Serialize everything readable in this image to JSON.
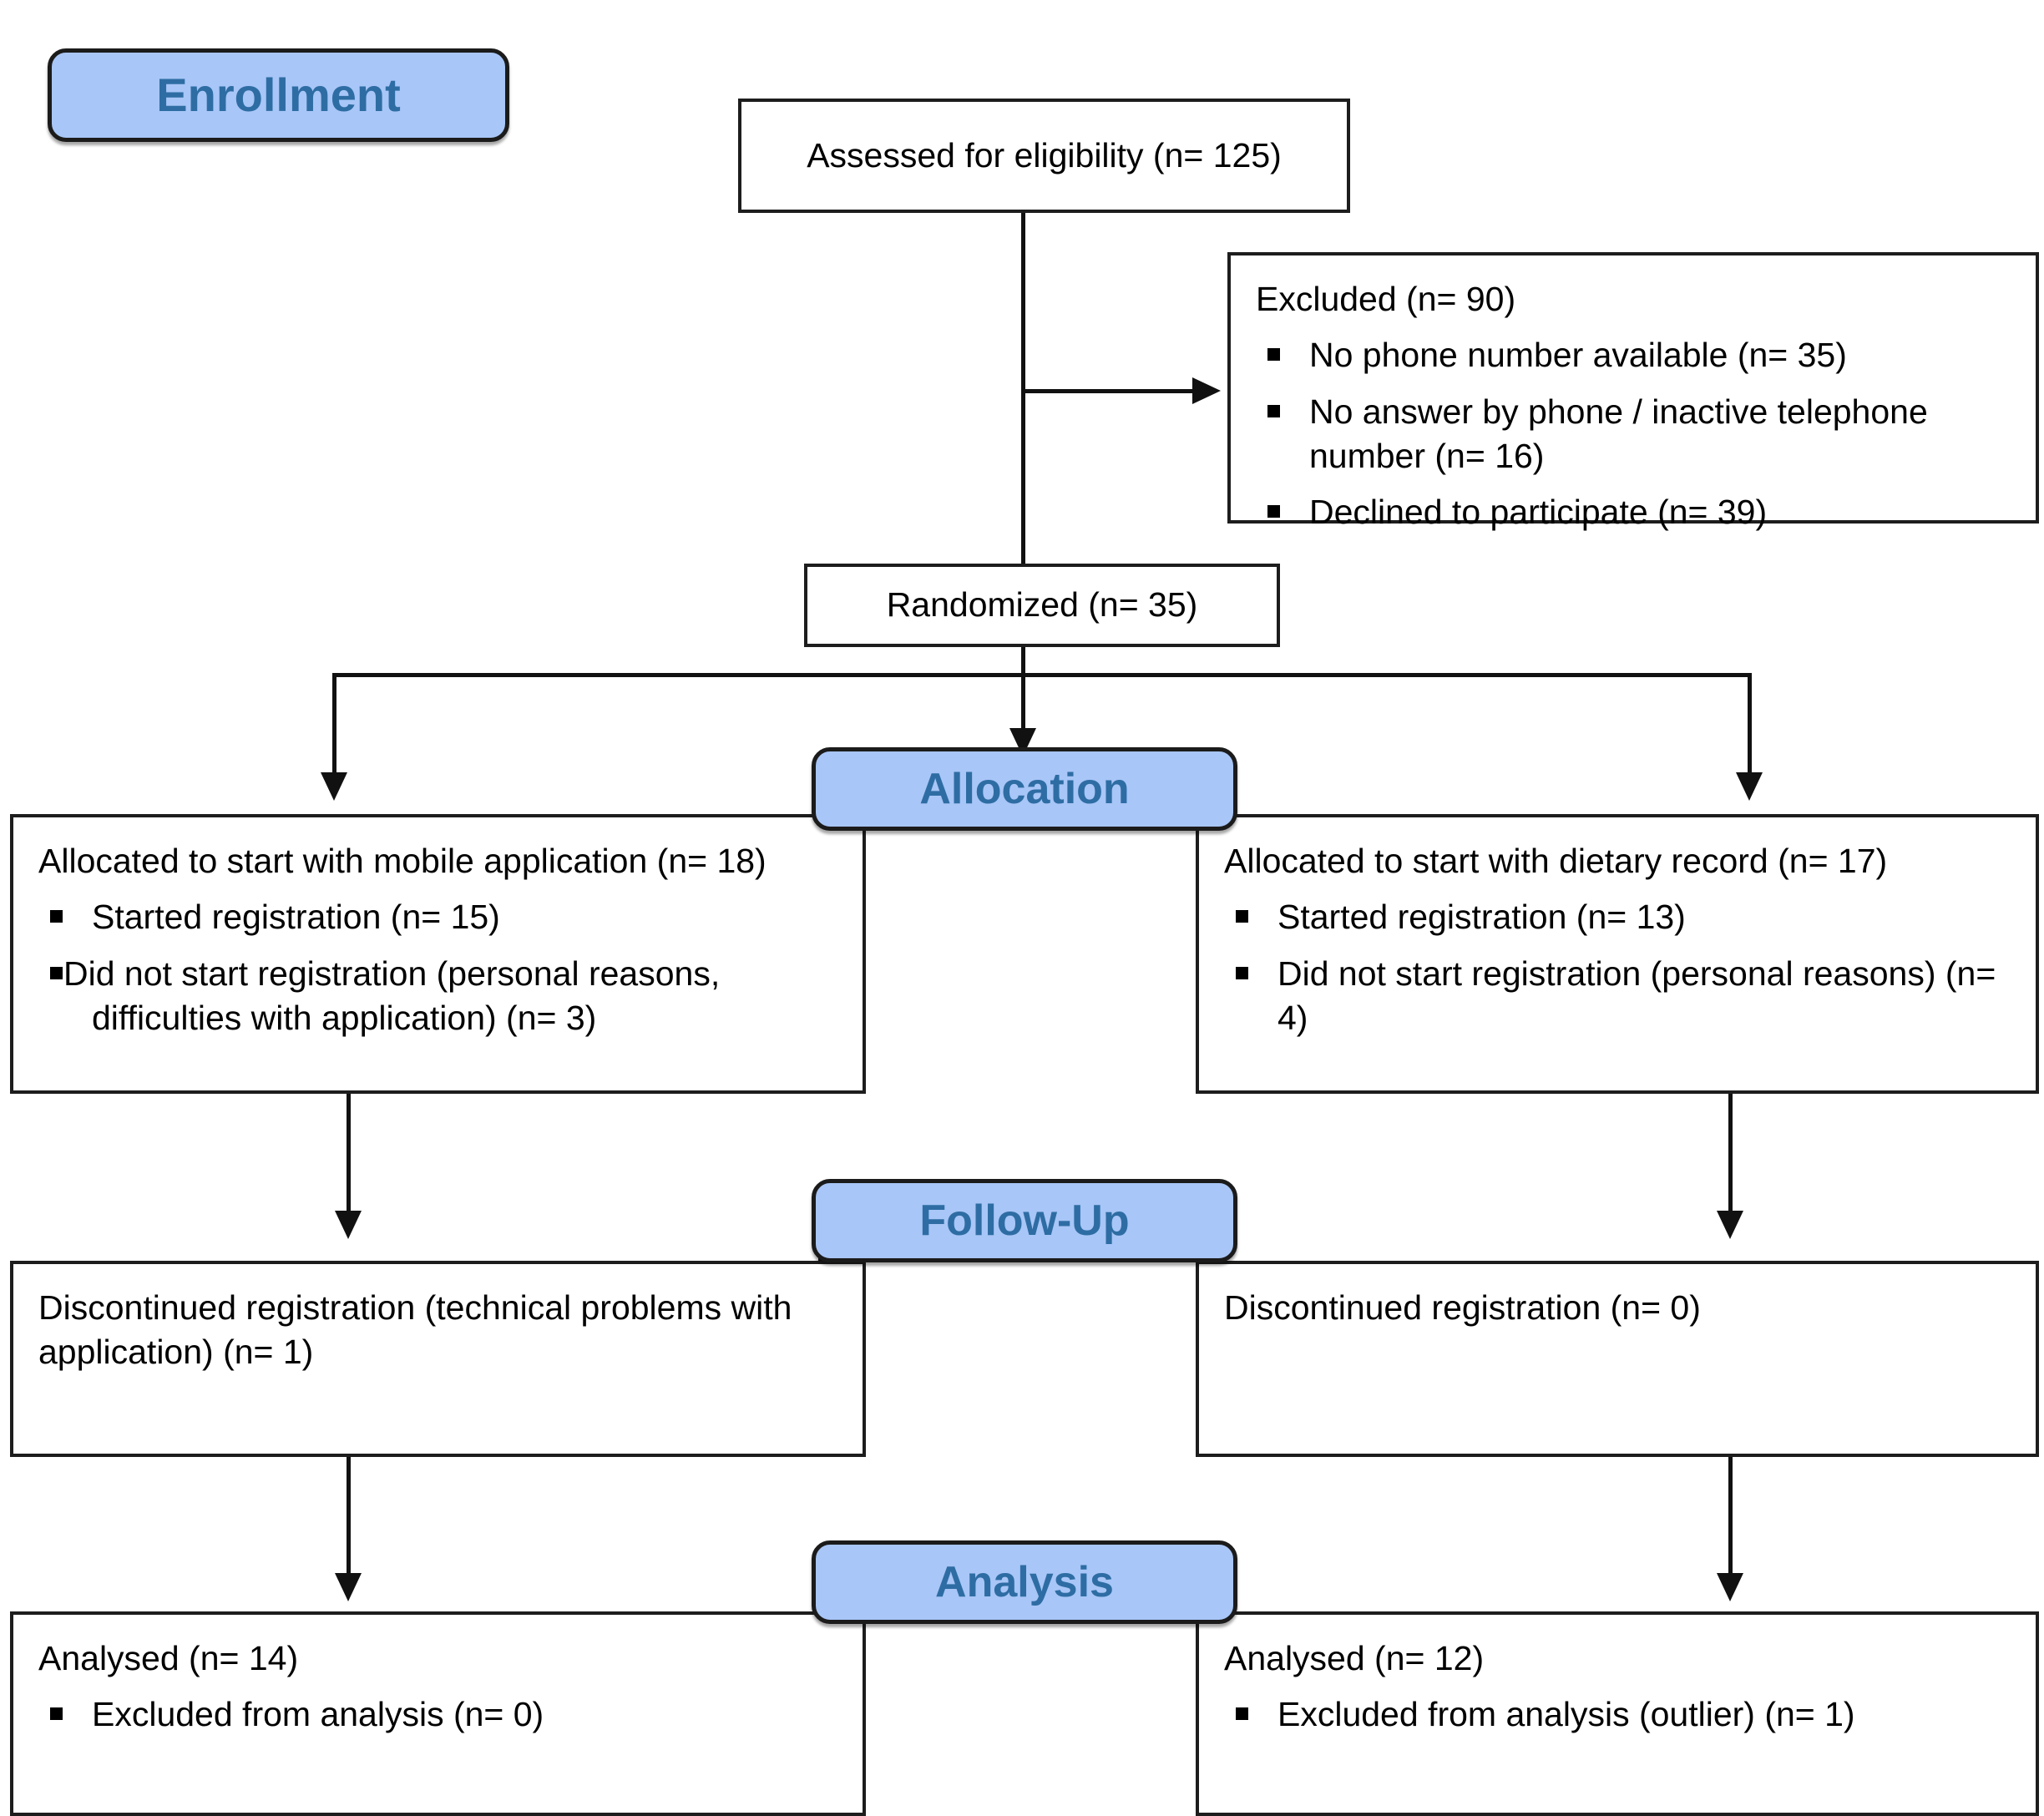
{
  "diagram": {
    "type": "consort-flow-diagram",
    "accent_color": "#a8c6f7",
    "banner_text_color": "#2e6da4",
    "line_color": "#111111"
  },
  "banners": {
    "enrollment": "Enrollment",
    "allocation": "Allocation",
    "follow_up": "Follow-Up",
    "analysis": "Analysis"
  },
  "nodes": {
    "assessed": {
      "label": "Assessed for eligibility (n= 125)"
    },
    "excluded": {
      "head": "Excluded (n= 90)",
      "items": [
        "No phone number available (n= 35)",
        "No answer by phone / inactive telephone number (n= 16)",
        "Declined to participate (n= 39)"
      ]
    },
    "randomized": {
      "label": "Randomized (n= 35)"
    },
    "alloc_left": {
      "head": "Allocated to start with mobile application (n= 18)",
      "items": [
        "Started registration (n= 15)",
        "Did not start registration (personal reasons, difficulties with application) (n= 3)"
      ]
    },
    "alloc_right": {
      "head": "Allocated to start with dietary record (n= 17)",
      "items": [
        "Started registration (n= 13)",
        "Did not start registration (personal reasons) (n= 4)"
      ]
    },
    "followup_left": {
      "head": "Discontinued registration (technical problems with application) (n= 1)"
    },
    "followup_right": {
      "head": "Discontinued registration (n= 0)"
    },
    "analysis_left": {
      "head": "Analysed (n= 14)",
      "items": [
        "Excluded from analysis (n= 0)"
      ]
    },
    "analysis_right": {
      "head": "Analysed (n= 12)",
      "items": [
        "Excluded from analysis (outlier) (n= 1)"
      ]
    }
  }
}
